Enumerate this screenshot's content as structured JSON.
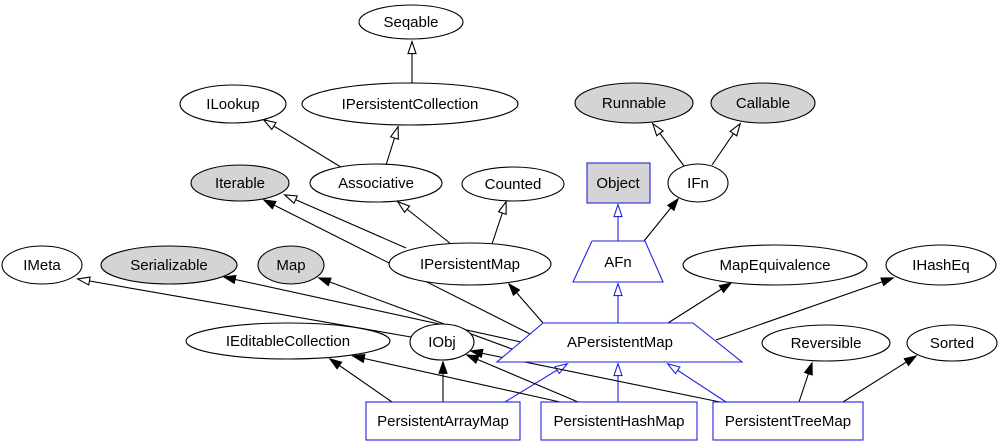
{
  "diagram": {
    "type": "class-inheritance-diagram",
    "nodes": {
      "seqable": {
        "label": "Seqable",
        "shape": "ellipse",
        "style": "white"
      },
      "ilookup": {
        "label": "ILookup",
        "shape": "ellipse",
        "style": "white"
      },
      "ipersistentcollection": {
        "label": "IPersistentCollection",
        "shape": "ellipse",
        "style": "white"
      },
      "runnable": {
        "label": "Runnable",
        "shape": "ellipse",
        "style": "gray"
      },
      "callable": {
        "label": "Callable",
        "shape": "ellipse",
        "style": "gray"
      },
      "iterable": {
        "label": "Iterable",
        "shape": "ellipse",
        "style": "gray"
      },
      "associative": {
        "label": "Associative",
        "shape": "ellipse",
        "style": "white"
      },
      "counted": {
        "label": "Counted",
        "shape": "ellipse",
        "style": "white"
      },
      "object": {
        "label": "Object",
        "shape": "box",
        "style": "gray-blue"
      },
      "ifn": {
        "label": "IFn",
        "shape": "ellipse",
        "style": "white"
      },
      "imeta": {
        "label": "IMeta",
        "shape": "ellipse",
        "style": "white"
      },
      "serializable": {
        "label": "Serializable",
        "shape": "ellipse",
        "style": "gray"
      },
      "map": {
        "label": "Map",
        "shape": "ellipse",
        "style": "gray"
      },
      "ipersistentmap": {
        "label": "IPersistentMap",
        "shape": "ellipse",
        "style": "white"
      },
      "afn": {
        "label": "AFn",
        "shape": "trapezium",
        "style": "white-blue"
      },
      "mapequivalence": {
        "label": "MapEquivalence",
        "shape": "ellipse",
        "style": "white"
      },
      "ihasheq": {
        "label": "IHashEq",
        "shape": "ellipse",
        "style": "white"
      },
      "ieditablecollection": {
        "label": "IEditableCollection",
        "shape": "ellipse",
        "style": "white"
      },
      "iobj": {
        "label": "IObj",
        "shape": "ellipse",
        "style": "white"
      },
      "apersistentmap": {
        "label": "APersistentMap",
        "shape": "trapezium",
        "style": "white-blue"
      },
      "reversible": {
        "label": "Reversible",
        "shape": "ellipse",
        "style": "white"
      },
      "sorted": {
        "label": "Sorted",
        "shape": "ellipse",
        "style": "white"
      },
      "persistentarraymap": {
        "label": "PersistentArrayMap",
        "shape": "box",
        "style": "white-blue"
      },
      "persistenthashmap": {
        "label": "PersistentHashMap",
        "shape": "box",
        "style": "white-blue"
      },
      "persistenttreemap": {
        "label": "PersistentTreeMap",
        "shape": "box",
        "style": "white-blue"
      }
    },
    "edges": [
      {
        "from": "IPersistentCollection",
        "to": "Seqable",
        "arrowhead": "hollow",
        "color": "black"
      },
      {
        "from": "Associative",
        "to": "ILookup",
        "arrowhead": "hollow",
        "color": "black"
      },
      {
        "from": "Associative",
        "to": "IPersistentCollection",
        "arrowhead": "hollow",
        "color": "black"
      },
      {
        "from": "IFn",
        "to": "Runnable",
        "arrowhead": "hollow",
        "color": "black"
      },
      {
        "from": "IFn",
        "to": "Callable",
        "arrowhead": "hollow",
        "color": "black"
      },
      {
        "from": "IPersistentMap",
        "to": "Iterable",
        "arrowhead": "hollow",
        "color": "black"
      },
      {
        "from": "IPersistentMap",
        "to": "Associative",
        "arrowhead": "hollow",
        "color": "black"
      },
      {
        "from": "IPersistentMap",
        "to": "Counted",
        "arrowhead": "hollow",
        "color": "black"
      },
      {
        "from": "IObj",
        "to": "IMeta",
        "arrowhead": "hollow",
        "color": "black"
      },
      {
        "from": "AFn",
        "to": "Object",
        "arrowhead": "hollow",
        "color": "blue"
      },
      {
        "from": "AFn",
        "to": "IFn",
        "arrowhead": "solid",
        "color": "black"
      },
      {
        "from": "APersistentMap",
        "to": "AFn",
        "arrowhead": "hollow",
        "color": "blue"
      },
      {
        "from": "APersistentMap",
        "to": "IPersistentMap",
        "arrowhead": "solid",
        "color": "black"
      },
      {
        "from": "APersistentMap",
        "to": "Iterable",
        "arrowhead": "solid",
        "color": "black"
      },
      {
        "from": "APersistentMap",
        "to": "Serializable",
        "arrowhead": "solid",
        "color": "black"
      },
      {
        "from": "APersistentMap",
        "to": "Map",
        "arrowhead": "solid",
        "color": "black"
      },
      {
        "from": "APersistentMap",
        "to": "MapEquivalence",
        "arrowhead": "solid",
        "color": "black"
      },
      {
        "from": "APersistentMap",
        "to": "IHashEq",
        "arrowhead": "solid",
        "color": "black"
      },
      {
        "from": "PersistentArrayMap",
        "to": "APersistentMap",
        "arrowhead": "hollow",
        "color": "blue"
      },
      {
        "from": "PersistentArrayMap",
        "to": "IEditableCollection",
        "arrowhead": "solid",
        "color": "black"
      },
      {
        "from": "PersistentArrayMap",
        "to": "IObj",
        "arrowhead": "solid",
        "color": "black"
      },
      {
        "from": "PersistentHashMap",
        "to": "APersistentMap",
        "arrowhead": "hollow",
        "color": "blue"
      },
      {
        "from": "PersistentHashMap",
        "to": "IEditableCollection",
        "arrowhead": "solid",
        "color": "black"
      },
      {
        "from": "PersistentHashMap",
        "to": "IObj",
        "arrowhead": "solid",
        "color": "black"
      },
      {
        "from": "PersistentTreeMap",
        "to": "APersistentMap",
        "arrowhead": "hollow",
        "color": "blue"
      },
      {
        "from": "PersistentTreeMap",
        "to": "IObj",
        "arrowhead": "solid",
        "color": "black"
      },
      {
        "from": "PersistentTreeMap",
        "to": "Reversible",
        "arrowhead": "solid",
        "color": "black"
      },
      {
        "from": "PersistentTreeMap",
        "to": "Sorted",
        "arrowhead": "solid",
        "color": "black"
      }
    ]
  },
  "colors": {
    "background": "#ffffff",
    "node_fill_white": "#ffffff",
    "node_fill_gray": "#d4d4d4",
    "stroke_black": "#000000",
    "stroke_blue": "#2222e0"
  }
}
